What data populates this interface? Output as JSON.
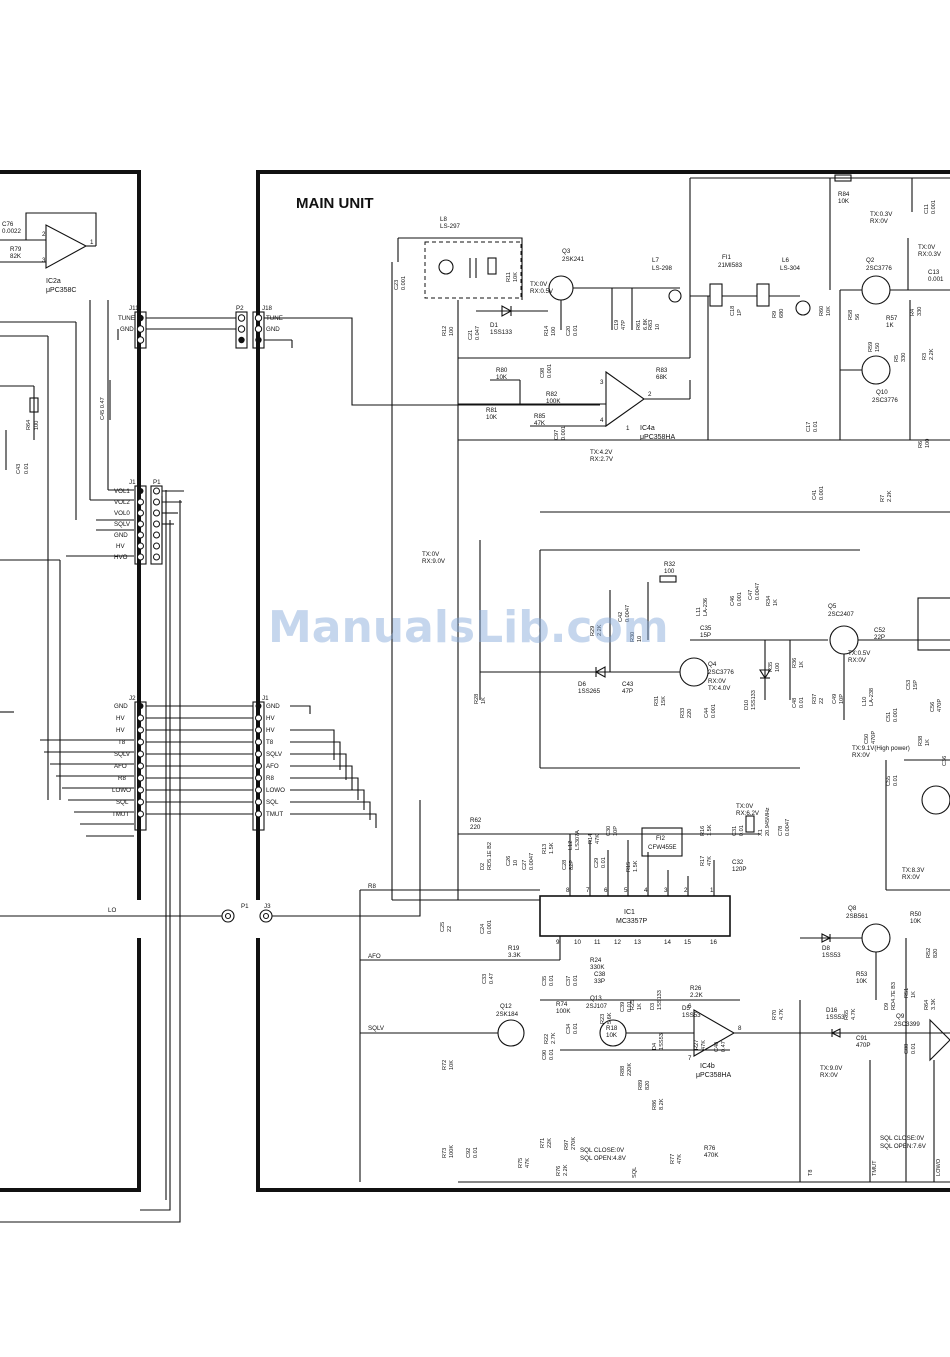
{
  "unit_title": "MAIN UNIT",
  "watermark": "ManualsLib.com",
  "left_section": {
    "ic2a_ref": "IC2a",
    "ic2a_part": "μPC358C",
    "c76": "C76",
    "c76_val": "0.0022",
    "r79": "R79",
    "r79_val": "82K",
    "c45": "C45 0.47",
    "r64": "R64",
    "r64_val": "100",
    "c43": "C43",
    "c43_val": "0.01",
    "lo": "LO"
  },
  "connectors": {
    "j11": {
      "ref": "J11",
      "pins": [
        "TUNE",
        "GND",
        ""
      ]
    },
    "p2": {
      "ref": "P2"
    },
    "j18": {
      "ref": "J18",
      "pins": [
        "TUNE",
        "GND",
        ""
      ]
    },
    "j1_left": {
      "ref": "J1",
      "pins": [
        "VOL1",
        "VOL2",
        "VOL0",
        "SQLV",
        "GND",
        "HV",
        "HVO"
      ]
    },
    "p1_left": {
      "ref": "P1"
    },
    "j2": {
      "ref": "J2",
      "pins": [
        "GND",
        "HV",
        "HV",
        "T8",
        "SQLV",
        "AFO",
        "R8",
        "LOWO",
        "SQL",
        "TMUT"
      ]
    },
    "j1_right": {
      "ref": "J1",
      "pins": [
        "GND",
        "HV",
        "HV",
        "T8",
        "SQLV",
        "AFO",
        "R8",
        "LOWO",
        "SQL",
        "TMUT"
      ]
    },
    "p1_rf": {
      "ref": "P1"
    },
    "j3": {
      "ref": "J3"
    }
  },
  "components": {
    "l8": [
      "L8",
      "LS-297"
    ],
    "c23": [
      "C23",
      "0.001"
    ],
    "r11": [
      "R11",
      "10K"
    ],
    "d1": [
      "D1",
      "1SS133"
    ],
    "r12": [
      "R12",
      "100"
    ],
    "c21": [
      "C21",
      "0.047"
    ],
    "q3": [
      "Q3",
      "2SK241"
    ],
    "q3_volt": [
      "TX:0V",
      "RX:0.5V"
    ],
    "r14": [
      "R14",
      "100"
    ],
    "c20": [
      "C20",
      "0.01"
    ],
    "l7": [
      "L7",
      "LS-298"
    ],
    "c19": [
      "C19",
      "47P"
    ],
    "r61": [
      "R61",
      "6.8K"
    ],
    "r63b": [
      "R63",
      "10"
    ],
    "fi1": [
      "FI1",
      "21MI583"
    ],
    "c18": [
      "C18",
      "1P"
    ],
    "l6": [
      "L6",
      "LS-304"
    ],
    "r9": [
      "R9",
      "680"
    ],
    "r60": [
      "R60",
      "10K"
    ],
    "r84": [
      "R84",
      "10K"
    ],
    "r84_volt": [
      "TX:0.3V",
      "RX:0V"
    ],
    "c11": [
      "C11",
      "0.001"
    ],
    "q2": [
      "Q2",
      "2SC3776"
    ],
    "q2_volt": [
      "TX:0V",
      "RX:0.3V"
    ],
    "c13": [
      "C13",
      "0.001"
    ],
    "r58": [
      "R58",
      "56"
    ],
    "r57": [
      "R57",
      "1K"
    ],
    "r4": [
      "R4",
      "330"
    ],
    "r59": [
      "R59",
      "150"
    ],
    "r5": [
      "R5",
      "330"
    ],
    "r3": [
      "R3",
      "2.2K"
    ],
    "q10": [
      "Q10",
      "2SC3776"
    ],
    "c17": [
      "C17",
      "0.01"
    ],
    "r6": [
      "R6",
      "100"
    ],
    "c41": [
      "C41",
      "0.001"
    ],
    "r7": [
      "R7",
      "2.2K"
    ],
    "r80": [
      "R80",
      "10K"
    ],
    "c98": [
      "C98",
      "0.001"
    ],
    "r82": [
      "R82",
      "100K"
    ],
    "r83": [
      "R83",
      "68K"
    ],
    "r81": [
      "R81",
      "10K"
    ],
    "r85": [
      "R85",
      "47K"
    ],
    "c97": [
      "C97",
      "0.001"
    ],
    "ic4a": [
      "IC4a",
      "μPC358HA"
    ],
    "ic4a_volt": [
      "TX:4.2V",
      "RX:2.7V"
    ],
    "tx_rx_9v": [
      "TX:0V",
      "RX:9.0V"
    ],
    "r32": [
      "R32",
      "100"
    ],
    "c47": [
      "C47",
      "0.0047"
    ],
    "c46": [
      "C46",
      "0.001"
    ],
    "r34": [
      "R34",
      "1K"
    ],
    "l11": [
      "L11",
      "LA-236"
    ],
    "c42": [
      "C42",
      "0.0047"
    ],
    "r30": [
      "R30",
      "10"
    ],
    "r29": [
      "R29",
      "2.2K"
    ],
    "c35": [
      "C35",
      "15P"
    ],
    "q5": [
      "Q5",
      "2SC2407"
    ],
    "q5_volt": [
      "TX:0.5V",
      "RX:0V"
    ],
    "d6": [
      "D6",
      "1SS265"
    ],
    "c43b": [
      "C43",
      "47P"
    ],
    "q4": [
      "Q4",
      "2SC3776"
    ],
    "q4_volt": [
      "RX:0V",
      "TX:4.0V"
    ],
    "r31": [
      "R31",
      "15K"
    ],
    "r33": [
      "R33",
      "220"
    ],
    "c44": [
      "C44",
      "0.001"
    ],
    "d10": [
      "D10",
      "1SS133"
    ],
    "r35": [
      "R35",
      "100"
    ],
    "c48": [
      "C48",
      "0.01"
    ],
    "r36": [
      "R36",
      "1K"
    ],
    "r37": [
      "R37",
      "22"
    ],
    "c49": [
      "C49",
      "10P"
    ],
    "c52": [
      "C52",
      "22P"
    ],
    "l10": [
      "L10",
      "LA-238"
    ],
    "c51": [
      "C51",
      "0.001"
    ],
    "c53": [
      "C53",
      "15P"
    ],
    "c50": [
      "C50",
      "470P"
    ],
    "c56": [
      "C56",
      "470P"
    ],
    "tx91": "TX:9.1V(High power)",
    "tx91_rx": "RX:0V",
    "c55": [
      "C55",
      "0.01"
    ],
    "c36": [
      "C36",
      ""
    ],
    "r38": [
      "R38",
      "1K"
    ],
    "tx83": [
      "TX:8.3V",
      "RX:0V"
    ],
    "r28": [
      "R28",
      "1K"
    ],
    "r62": [
      "R62",
      "220"
    ],
    "d2": [
      "D2",
      "RD5.1E B2"
    ],
    "c26": [
      "C26",
      "10"
    ],
    "c27": [
      "C27",
      "0.0047"
    ],
    "r13": [
      "R13",
      "1.5K"
    ],
    "c28": [
      "C28",
      "82P"
    ],
    "c29": [
      "C29",
      "0.01"
    ],
    "r14b": [
      "R14",
      "47K"
    ],
    "c30": [
      "C30",
      "10P"
    ],
    "l12": [
      "L12",
      "LS307A"
    ],
    "fi2": [
      "FI2",
      "CFW455E"
    ],
    "r15": [
      "R15",
      "1.5K"
    ],
    "r16": [
      "R16",
      "1.5K"
    ],
    "r17": [
      "R17",
      "47K"
    ],
    "c31": [
      "C31",
      "0.01"
    ],
    "x1": [
      "X1",
      "20.945MHz"
    ],
    "c78": [
      "C78",
      "0.0047"
    ],
    "c32": [
      "C32",
      "120P"
    ],
    "x_volt": [
      "TX:0V",
      "RX:6.2V"
    ],
    "r8": "R8",
    "c25": [
      "C25",
      "22"
    ],
    "c24": [
      "C24",
      "0.001"
    ],
    "ic1": [
      "IC1",
      "MC3357P"
    ],
    "ic1_pins_top": [
      "8",
      "7",
      "6",
      "5",
      "4",
      "3",
      "2",
      "1"
    ],
    "ic1_pins_bot": [
      "9",
      "10",
      "11",
      "12",
      "13",
      "14",
      "15",
      "16"
    ],
    "afo": "AFO",
    "r19": [
      "R19",
      "3.3K"
    ],
    "c33": [
      "C33",
      "0.47"
    ],
    "c35b": [
      "C35",
      "0.01"
    ],
    "r24": [
      "R24",
      "330K"
    ],
    "c38": [
      "C38",
      "33P"
    ],
    "c37": [
      "C37",
      "0.01"
    ],
    "c39": [
      "C39",
      "0.01"
    ],
    "r26": [
      "R26",
      "2.2K"
    ],
    "d3": [
      "D3",
      "1SS133"
    ],
    "d5": [
      "D5",
      "1SS53"
    ],
    "r22": [
      "R22",
      "2.7K"
    ],
    "c34": [
      "C34",
      "0.01"
    ],
    "r23": [
      "R23",
      "5.6K"
    ],
    "r18": [
      "R18",
      "10K"
    ],
    "r27": [
      "R27",
      "47K"
    ],
    "c40": [
      "C40",
      "0.47"
    ],
    "d4": [
      "D4",
      "1SS53"
    ],
    "r25": [
      "R25",
      "1K"
    ],
    "c90": [
      "C90",
      "0.01"
    ],
    "q8": [
      "Q8",
      "2SB561"
    ],
    "d8": [
      "D8",
      "1SS53"
    ],
    "r50": [
      "R50",
      "10K"
    ],
    "r52": [
      "R52",
      "820"
    ],
    "r53": [
      "R53",
      "10K"
    ],
    "d9": [
      "D9",
      "RD4.7E B3"
    ],
    "r51": [
      "R51",
      "1K"
    ],
    "r64b": [
      "R64",
      "3.3K"
    ],
    "r70": [
      "R70",
      "4.7K"
    ],
    "r65": [
      "R65",
      "4.7K"
    ],
    "c91": [
      "C91",
      "470P"
    ],
    "q9": [
      "Q9",
      "2SC3399"
    ],
    "c88": [
      "C88",
      "0.01"
    ],
    "q12": [
      "Q12",
      "2SK184"
    ],
    "r72": [
      "R72",
      "10K"
    ],
    "sqlv": "SQLV",
    "r73": [
      "R73",
      "100K"
    ],
    "c92": [
      "C92",
      "0.01"
    ],
    "r74": [
      "R74",
      "100K"
    ],
    "r71": [
      "R71",
      "22K"
    ],
    "r75": [
      "R75",
      "47K"
    ],
    "q13": [
      "Q13",
      "2SJ107"
    ],
    "r97": [
      "R97",
      "270K"
    ],
    "r76b": [
      "R76",
      "2.2K"
    ],
    "sql_state": [
      "SQL CLOSE:0V",
      "SQL OPEN:4.8V"
    ],
    "r88": [
      "R88",
      "220K"
    ],
    "r89": [
      "R89",
      "820"
    ],
    "r86": [
      "R86",
      "8.2K"
    ],
    "ic4b": [
      "IC4b",
      "μPC358HA"
    ],
    "r77": [
      "R77",
      "47K"
    ],
    "r76": [
      "R76",
      "470K"
    ],
    "d16": [
      "D16",
      "1SS53"
    ],
    "sql_close_right": [
      "SQL CLOSE:0V",
      "SQL OPEN:7.6V"
    ],
    "tx9v": [
      "TX:9.0V",
      "RX:0V"
    ],
    "t8": "T8",
    "sql": "SQL",
    "tmut": "TMUT",
    "lowo": "LOWO"
  }
}
